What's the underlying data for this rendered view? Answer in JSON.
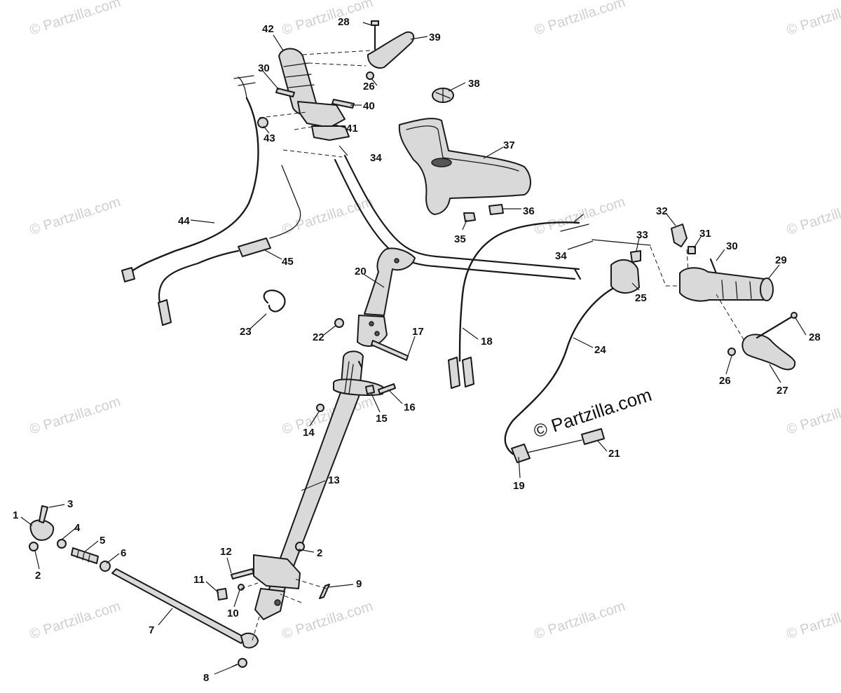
{
  "watermark": {
    "text": "© Partzilla.com",
    "featured_text": "© Partzilla.com"
  },
  "callouts": [
    {
      "id": "c1",
      "label": "1"
    },
    {
      "id": "c2a",
      "label": "2"
    },
    {
      "id": "c2b",
      "label": "2"
    },
    {
      "id": "c2c",
      "label": "2"
    },
    {
      "id": "c3",
      "label": "3"
    },
    {
      "id": "c4",
      "label": "4"
    },
    {
      "id": "c5",
      "label": "5"
    },
    {
      "id": "c6",
      "label": "6"
    },
    {
      "id": "c7",
      "label": "7"
    },
    {
      "id": "c8",
      "label": "8"
    },
    {
      "id": "c9",
      "label": "9"
    },
    {
      "id": "c10",
      "label": "10"
    },
    {
      "id": "c11",
      "label": "11"
    },
    {
      "id": "c12",
      "label": "12"
    },
    {
      "id": "c13",
      "label": "13"
    },
    {
      "id": "c14",
      "label": "14"
    },
    {
      "id": "c15",
      "label": "15"
    },
    {
      "id": "c16",
      "label": "16"
    },
    {
      "id": "c17",
      "label": "17"
    },
    {
      "id": "c18",
      "label": "18"
    },
    {
      "id": "c19",
      "label": "19"
    },
    {
      "id": "c20",
      "label": "20"
    },
    {
      "id": "c21",
      "label": "21"
    },
    {
      "id": "c22",
      "label": "22"
    },
    {
      "id": "c23",
      "label": "23"
    },
    {
      "id": "c24",
      "label": "24"
    },
    {
      "id": "c25",
      "label": "25"
    },
    {
      "id": "c26a",
      "label": "26"
    },
    {
      "id": "c26b",
      "label": "26"
    },
    {
      "id": "c27",
      "label": "27"
    },
    {
      "id": "c28a",
      "label": "28"
    },
    {
      "id": "c28b",
      "label": "28"
    },
    {
      "id": "c29",
      "label": "29"
    },
    {
      "id": "c30a",
      "label": "30"
    },
    {
      "id": "c30b",
      "label": "30"
    },
    {
      "id": "c31",
      "label": "31"
    },
    {
      "id": "c32",
      "label": "32"
    },
    {
      "id": "c33",
      "label": "33"
    },
    {
      "id": "c34a",
      "label": "34"
    },
    {
      "id": "c34b",
      "label": "34"
    },
    {
      "id": "c35",
      "label": "35"
    },
    {
      "id": "c36",
      "label": "36"
    },
    {
      "id": "c37",
      "label": "37"
    },
    {
      "id": "c38",
      "label": "38"
    },
    {
      "id": "c39",
      "label": "39"
    },
    {
      "id": "c40",
      "label": "40"
    },
    {
      "id": "c41",
      "label": "41"
    },
    {
      "id": "c42",
      "label": "42"
    },
    {
      "id": "c43",
      "label": "43"
    },
    {
      "id": "c44",
      "label": "44"
    },
    {
      "id": "c45",
      "label": "45"
    }
  ]
}
